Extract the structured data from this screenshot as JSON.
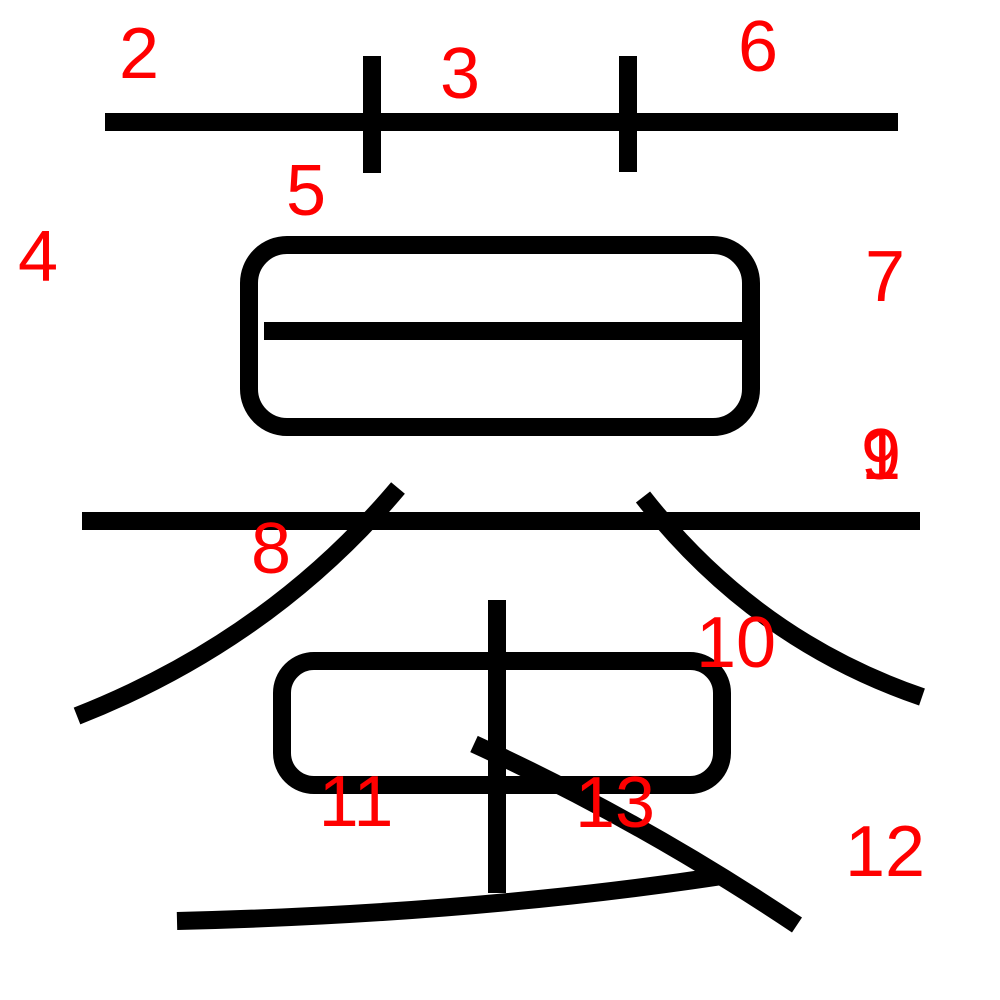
{
  "colors": {
    "background": "#ffffff",
    "stroke": "#000000",
    "label": "#ff0000"
  },
  "labels": [
    {
      "text": "2"
    },
    {
      "text": "3"
    },
    {
      "text": "4"
    },
    {
      "text": "5"
    },
    {
      "text": "6"
    },
    {
      "text": "7"
    },
    {
      "text": "8"
    },
    {
      "text": "9"
    },
    {
      "text": "1"
    },
    {
      "text": "10"
    },
    {
      "text": "11"
    },
    {
      "text": "12"
    },
    {
      "text": "13"
    }
  ]
}
